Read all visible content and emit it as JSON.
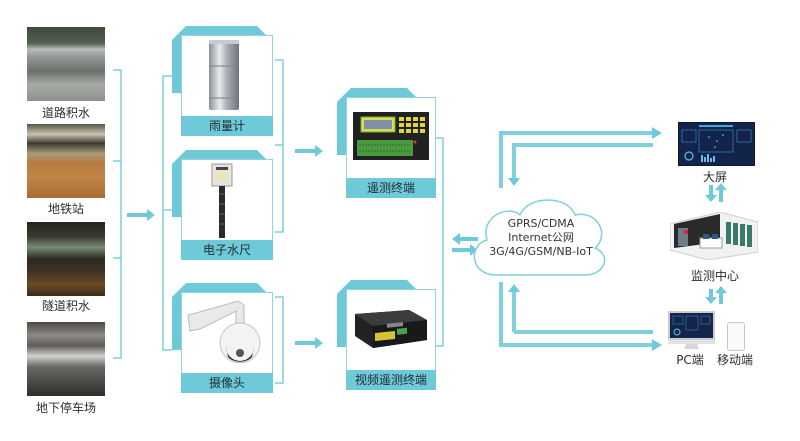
{
  "title": "城市内涝监测系统架构",
  "colors": {
    "accent": "#6ecad8",
    "line": "#7fd0dc",
    "text": "#2d2d2d"
  },
  "scenes": [
    {
      "label": "道路积水",
      "icon": "flooded-road-photo"
    },
    {
      "label": "地铁站",
      "icon": "flooded-metro-photo"
    },
    {
      "label": "隧道积水",
      "icon": "flooded-tunnel-photo"
    },
    {
      "label": "地下停车场",
      "icon": "flooded-parking-photo"
    }
  ],
  "sensors": [
    {
      "label": "雨量计",
      "icon": "rain-gauge-icon"
    },
    {
      "label": "电子水尺",
      "icon": "water-level-gauge-icon"
    },
    {
      "label": "摄像头",
      "icon": "dome-camera-icon"
    }
  ],
  "terminals": [
    {
      "label": "遥测终端",
      "icon": "telemetry-terminal-icon"
    },
    {
      "label": "视频遥测终端",
      "icon": "video-terminal-icon"
    }
  ],
  "network": {
    "lines": [
      "GPRS/CDMA",
      "Internet公网",
      "3G/4G/GSM/NB-IoT"
    ]
  },
  "clients": {
    "big_screen": "大屏",
    "monitor_center": "监测中心",
    "pc": "PC端",
    "mobile": "移动端"
  }
}
